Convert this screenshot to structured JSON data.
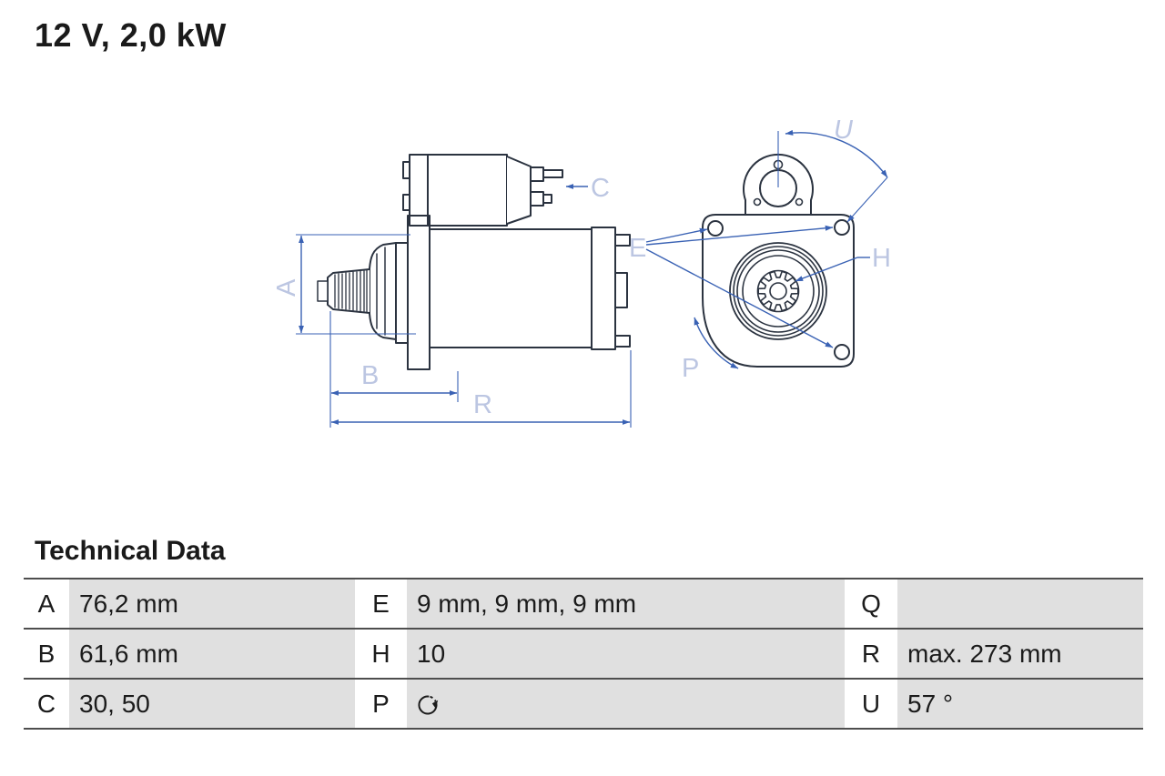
{
  "title": "12 V, 2,0 kW",
  "colors": {
    "outline": "#2b3340",
    "dimension_line": "#3a62b4",
    "dimension_label": "#bcc6e2",
    "table_cell_gray": "#e0e0e0",
    "table_border": "#4e4e4e"
  },
  "drawing": {
    "labels": {
      "A": "A",
      "B": "B",
      "C": "C",
      "E": "E",
      "H": "H",
      "P": "P",
      "R": "R",
      "U": "U"
    }
  },
  "table": {
    "heading": "Technical Data",
    "rows": [
      {
        "k1": "A",
        "v1": "76,2 mm",
        "k2": "E",
        "v2": "9 mm, 9 mm, 9 mm",
        "k3": "Q",
        "v3": ""
      },
      {
        "k1": "B",
        "v1": "61,6 mm",
        "k2": "H",
        "v2": "10",
        "k3": "R",
        "v3": "max. 273 mm"
      },
      {
        "k1": "C",
        "v1": "30, 50",
        "k2": "P",
        "v2": "",
        "k3": "U",
        "v3": "57 °"
      }
    ],
    "p_icon": "rotation-direction-icon"
  }
}
